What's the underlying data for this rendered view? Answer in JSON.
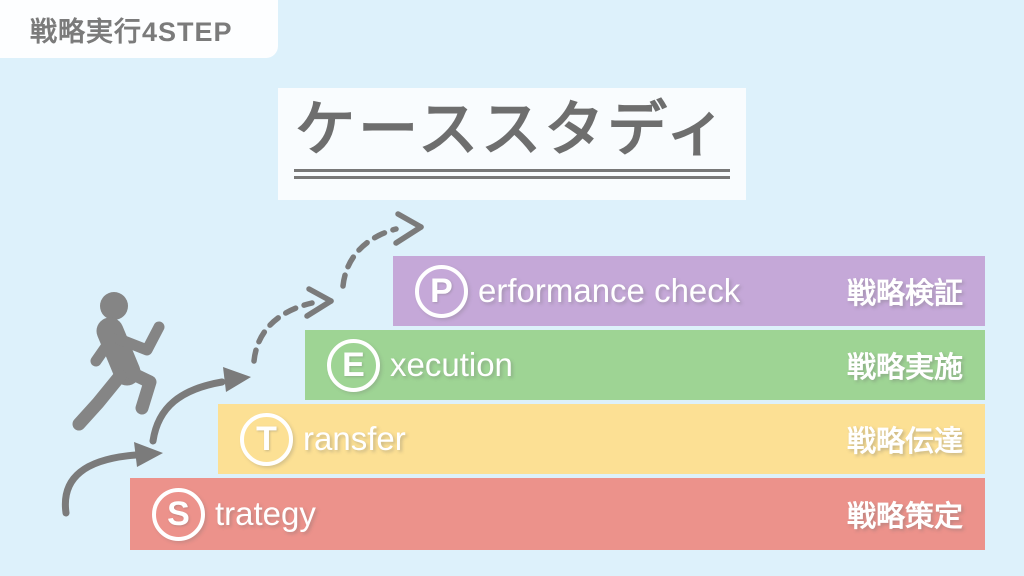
{
  "canvas": {
    "background_color": "#ddf1fb"
  },
  "badge": {
    "label": "戦略実行4STEP",
    "text_color": "#7b7b7b",
    "background_color": "#fdfeff"
  },
  "title": {
    "text": "ケーススタディ",
    "text_color": "#6e6e6e",
    "background_color": "#f9fcfe"
  },
  "steps": [
    {
      "letter": "P",
      "name_rest": "erformance check",
      "jp_label": "戦略検証",
      "color": "#c5a8d8"
    },
    {
      "letter": "E",
      "name_rest": "xecution",
      "jp_label": "戦略実施",
      "color": "#9ed494"
    },
    {
      "letter": "T",
      "name_rest": "ransfer",
      "jp_label": "戦略伝達",
      "color": "#fce094"
    },
    {
      "letter": "S",
      "name_rest": "trategy",
      "jp_label": "戦略策定",
      "color": "#ec928b"
    }
  ],
  "icons": {
    "person": "climbing-person-icon",
    "solid_arrows": "curved-arrow-icon",
    "dashed_arrows": "dashed-curved-arrow-icon",
    "gray": "#858585",
    "arrow_gray": "#7b7b7b"
  }
}
